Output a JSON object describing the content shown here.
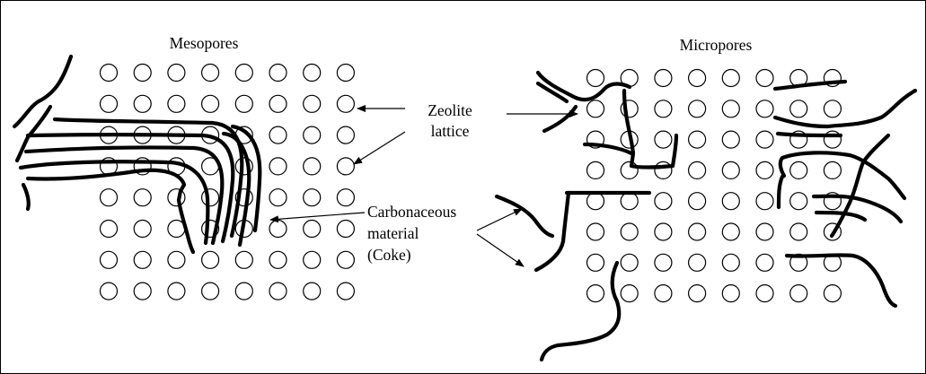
{
  "labels": {
    "mesopores": "Mesopores",
    "micropores": "Micropores",
    "zeolite_line1": "Zeolite",
    "zeolite_line2": "lattice",
    "carbon_line1": "Carbonaceous",
    "carbon_line2": "material",
    "carbon_line3": "(Coke)"
  },
  "colors": {
    "ink": "#000000",
    "background": "#ffffff"
  }
}
